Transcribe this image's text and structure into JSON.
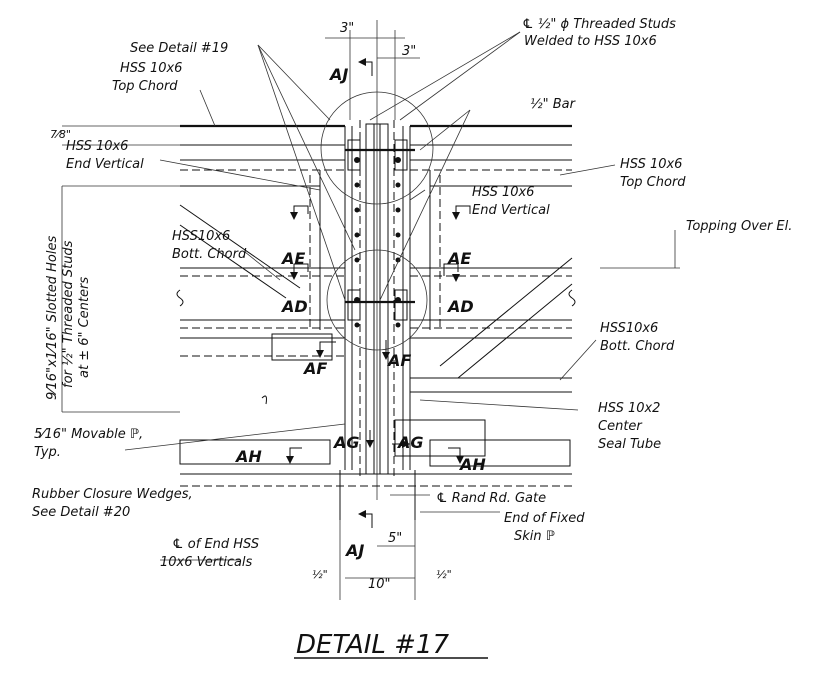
{
  "title": "DETAIL #17",
  "labels": {
    "dim_3_top": "3\"",
    "dim_3_right": "3\"",
    "studs": "℄ ½\" ϕ Threaded Studs",
    "studs_2": "Welded to HSS 10x6",
    "see_detail_19": "See Detail #19",
    "hss_top_left_1": "HSS 10x6",
    "hss_top_left_2": "Top Chord",
    "aj_top": "AJ",
    "bar": "½\" Bar",
    "dim_7_8": "7⁄8\"",
    "hss_end_vert_left_1": "HSS 10x6",
    "hss_end_vert_left_2": "End Vertical",
    "hss_top_right_1": "HSS 10x6",
    "hss_top_right_2": "Top Chord",
    "hss_end_vert_right_1": "HSS 10x6",
    "hss_end_vert_right_2": "End Vertical",
    "topping": "Topping Over El.",
    "slotted_1": "9⁄16\"x1⁄16\" Slotted Holes",
    "slotted_2": "for ½\" Threaded Studs",
    "slotted_3": "at ± 6\" Centers",
    "bott_left_1": "HSS10x6",
    "bott_left_2": "Bott. Chord",
    "ae_left": "AE",
    "ae_right": "AE",
    "ad_left": "AD",
    "ad_right": "AD",
    "af_left": "AF",
    "af_right": "AF",
    "bott_right_1": "HSS10x6",
    "bott_right_2": "Bott. Chord",
    "movable_1": "5⁄16\" Movable ℙ,",
    "movable_2": "Typ.",
    "seal_1": "HSS 10x2",
    "seal_2": "Center",
    "seal_3": "Seal Tube",
    "ah_left": "AH",
    "ag_left": "AG",
    "ag_right": "AG",
    "ah_right": "AH",
    "rubber_1": "Rubber Closure Wedges,",
    "rubber_2": "See Detail #20",
    "gate": "℄ Rand Rd. Gate",
    "fixed_1": "End of Fixed",
    "fixed_2": "Skin ℙ",
    "aj_bottom": "AJ",
    "dim_5": "5\"",
    "end_hss_1": "℄ of End HSS",
    "end_hss_2": "10x6 Verticals",
    "dim_half_left": "½\"",
    "dim_10": "10\"",
    "dim_half_right": "½\""
  }
}
